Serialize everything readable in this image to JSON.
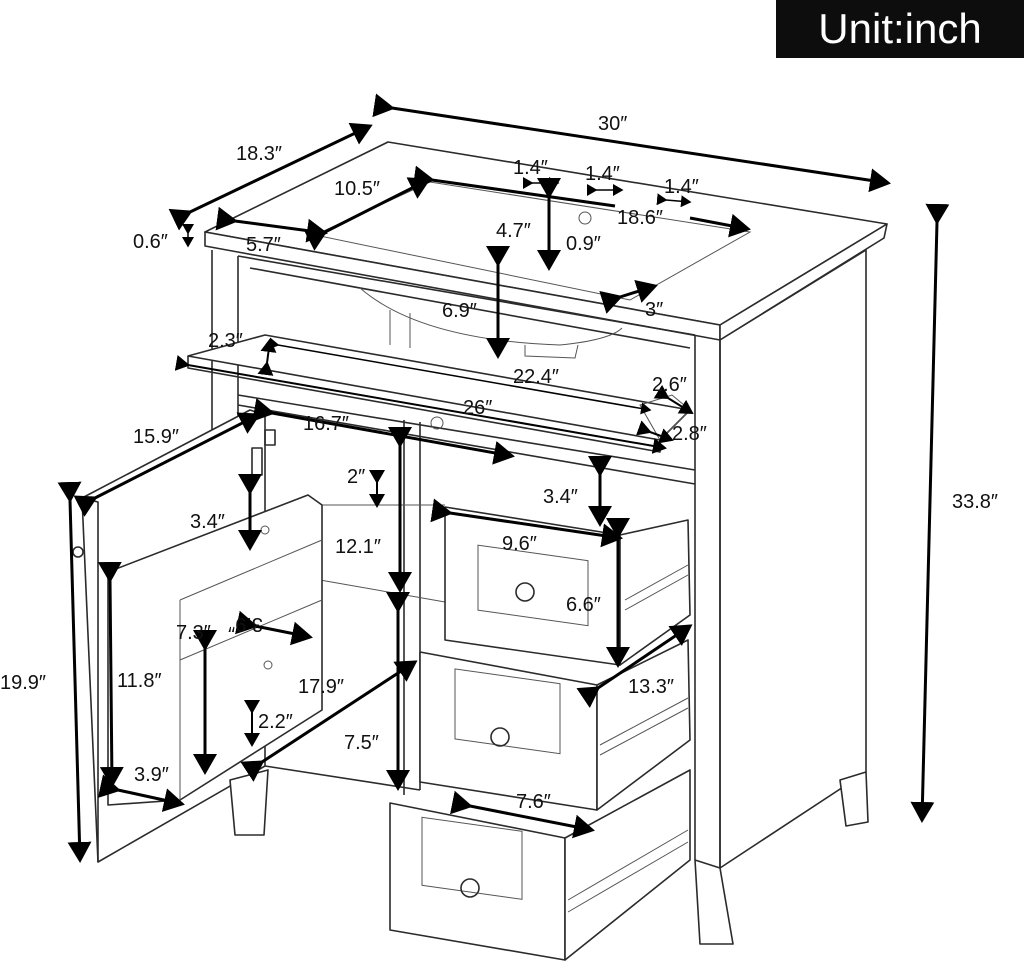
{
  "unit_label": "Unit:inch",
  "dimensions": {
    "width_total": "30″",
    "depth_total": "18.3″",
    "height_total": "33.8″",
    "top_thickness": "0.6″",
    "basin_width": "18.6″",
    "basin_depth": "10.5″",
    "basin_front_offset": "5.7″",
    "faucet_hole_spacing_1": "1.4″",
    "faucet_hole_spacing_2": "1.4″",
    "faucet_hole_spacing_3": "1.4″",
    "basin_back_to_hole": "4.7″",
    "drain_hole": "0.9″",
    "basin_height": "6.9″",
    "basin_side_gap": "3″",
    "tilt_drawer_height": "2.3″",
    "tilt_drawer_inner_width": "22.4″",
    "tilt_drawer_width": "26″",
    "tilt_drawer_side_a": "2.6″",
    "tilt_drawer_side_b": "2.8″",
    "door_width": "15.9″",
    "cabinet_inner_width": "16.7″",
    "shelf_top_gap": "2″",
    "shelf_clearance_upper": "12.1″",
    "rack_top_gap": "3.4″",
    "rack_depth_mirrored": "3.9″",
    "rack_shelf_height": "7.3″",
    "rack_height": "11.8″",
    "door_height": "19.9″",
    "inner_depth": "17.9″",
    "rack_bottom_gap": "2.2″",
    "shelf_clearance_lower": "7.5″",
    "rack_depth": "3.9″",
    "drawer_top_gap": "3.4″",
    "drawer_width": "9.6″",
    "drawer_height": "6.6″",
    "drawer_depth": "13.3″",
    "drawer_inner_depth": "7.6″"
  }
}
